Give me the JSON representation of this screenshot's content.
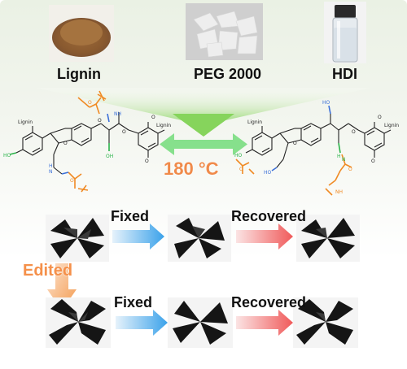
{
  "materials": [
    {
      "name": "Lignin"
    },
    {
      "name": "PEG 2000"
    },
    {
      "name": "HDI"
    }
  ],
  "reaction": {
    "temperature": "180 °C",
    "left_structure": {
      "atom_labels": [
        "Lignin",
        "HO",
        "Lignin",
        "O",
        "O",
        "O",
        "OH",
        "NH",
        "O",
        "H",
        "N",
        "O",
        "O",
        "O"
      ]
    },
    "right_structure": {
      "atom_labels": [
        "Lignin",
        "HO",
        "Lignin",
        "HO",
        "HO",
        "O",
        "O",
        "O",
        "H",
        "N",
        "O",
        "O",
        "O",
        "NH"
      ]
    }
  },
  "rows": [
    {
      "fixed_label": "Fixed",
      "recovered_label": "Recovered"
    },
    {
      "fixed_label": "Fixed",
      "recovered_label": "Recovered"
    }
  ],
  "edited_label": "Edited",
  "colors": {
    "green_arrow": "#7ed957",
    "orange_group": "#f08a24",
    "blue_link": "#3b6fd8",
    "green_oh": "#2bb34a",
    "fixed_arrow": "#4aa8e8",
    "recovered_arrow": "#f26d6d",
    "edited_arrow": "#f5904a"
  }
}
